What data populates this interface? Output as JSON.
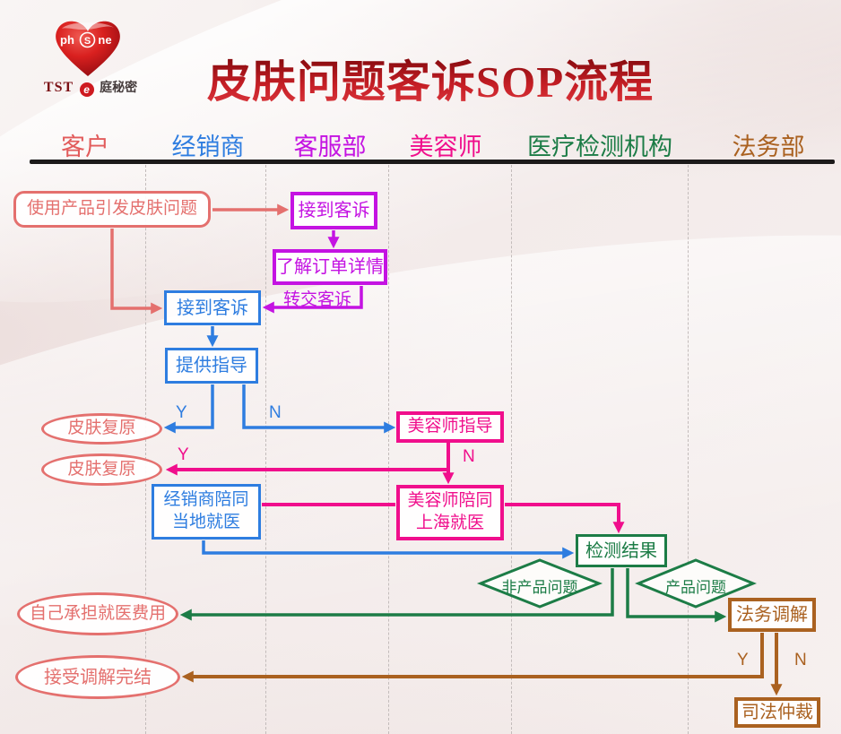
{
  "logo": {
    "heart_left": "ph",
    "heart_s": "S",
    "heart_right": "ne",
    "brand": "TST",
    "brand_icon": "e",
    "brand_suffix": "庭秘密"
  },
  "title": "皮肤问题客诉SOP流程",
  "lanes": [
    {
      "id": "customer",
      "label": "客户",
      "color": "#e25c5c"
    },
    {
      "id": "distributor",
      "label": "经销商",
      "color": "#2e7de0"
    },
    {
      "id": "customer-service",
      "label": "客服部",
      "color": "#c413e2"
    },
    {
      "id": "beautician",
      "label": "美容师",
      "color": "#f00e8c"
    },
    {
      "id": "medical-testing",
      "label": "医疗检测机构",
      "color": "#1c7c46"
    },
    {
      "id": "legal",
      "label": "法务部",
      "color": "#aa6120"
    }
  ],
  "nodes": {
    "complaint_start": "使用产品引发皮肤问题",
    "cs_receive": "接到客诉",
    "order_details": "了解订单详情",
    "dist_receive": "接到客诉",
    "guidance": "提供指导",
    "recover1": "皮肤复原",
    "recover2": "皮肤复原",
    "beautician_guide": "美容师指导",
    "beautician_accompany": "美容师陪同\n上海就医",
    "distributor_accompany": "经销商陪同\n当地就医",
    "test_result": "检测结果",
    "non_product_issue": "非产品问题",
    "product_issue": "产品问题",
    "legal_mediation": "法务调解",
    "arbitration": "司法仲裁",
    "self_pay": "自己承担就医费用",
    "mediation_done": "接受调解完结"
  },
  "edge_labels": {
    "yes": "Y",
    "no": "N",
    "transfer": "转交客诉"
  },
  "palette": {
    "title_red": "#ab1016",
    "salmon": "#e4706e",
    "blue": "#2e7de0",
    "magenta": "#c413e2",
    "pink": "#f00e8c",
    "green": "#1c7c46",
    "brown": "#aa6120",
    "divider_black": "#1c1a1a",
    "background": "#f4eeed"
  }
}
